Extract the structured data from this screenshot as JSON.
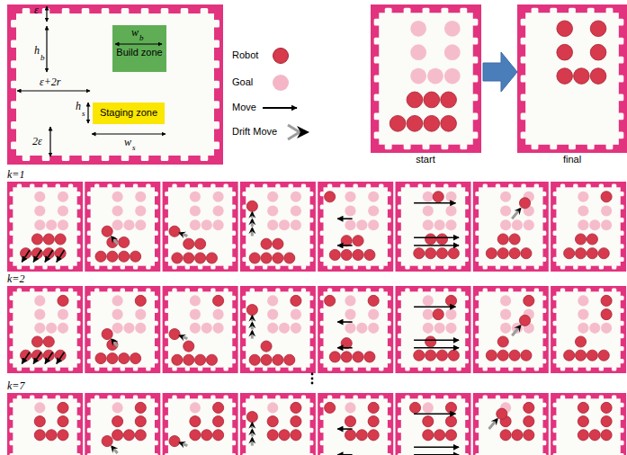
{
  "diagram": {
    "nodes": [
      {
        "text": [
          "Build zone"
        ]
      },
      {
        "text": [
          "Staging zone"
        ]
      }
    ],
    "labels": [
      "ε",
      "h",
      "b",
      "w",
      "b",
      "ε+2r",
      "h",
      "s",
      "2ε",
      "w",
      "s",
      "start",
      "final",
      "k=1",
      "k=2",
      "k=7"
    ],
    "legend": [
      {
        "text": "Robot",
        "color": "#d63a4c"
      },
      {
        "text": "Goal",
        "color": "#f4b6c6"
      },
      {
        "text": "Move"
      },
      {
        "text": "Drift Move"
      }
    ]
  }
}
